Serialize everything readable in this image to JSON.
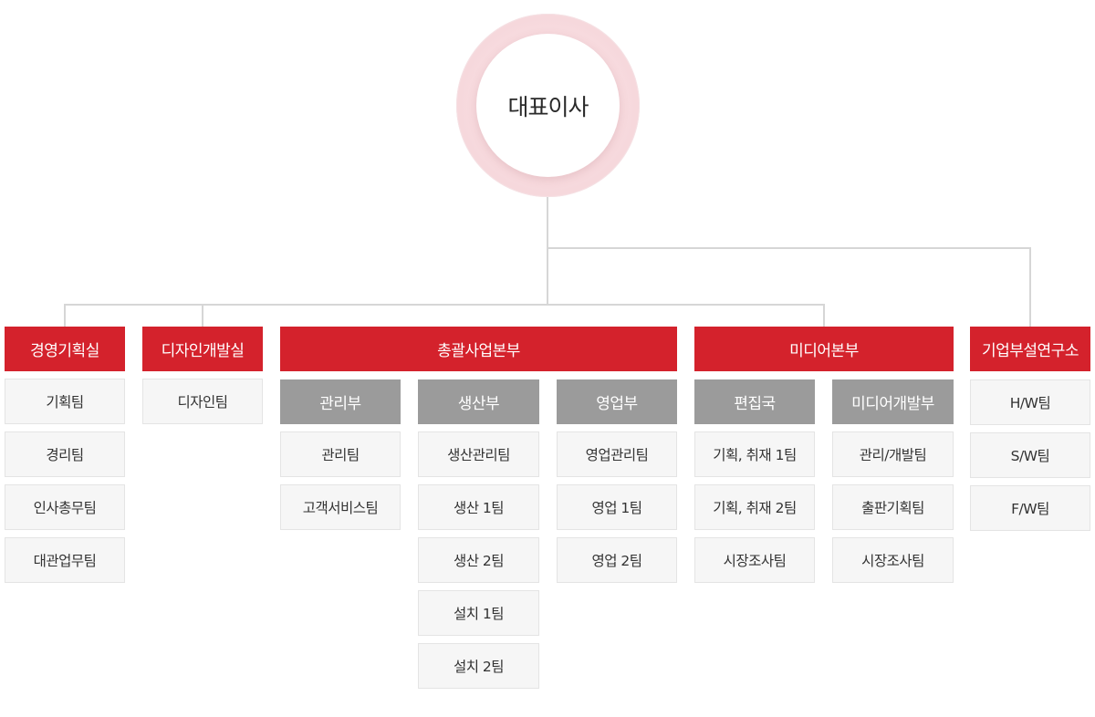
{
  "ceo": {
    "label": "대표이사"
  },
  "divisions": [
    {
      "label": "경영기획실",
      "teams": [
        "기획팀",
        "경리팀",
        "인사총무팀",
        "대관업무팀"
      ]
    },
    {
      "label": "디자인개발실",
      "teams": [
        "디자인팀"
      ]
    },
    {
      "label": "총괄사업본부",
      "departments": [
        {
          "label": "관리부",
          "teams": [
            "관리팀",
            "고객서비스팀"
          ]
        },
        {
          "label": "생산부",
          "teams": [
            "생산관리팀",
            "생산 1팀",
            "생산 2팀",
            "설치 1팀",
            "설치 2팀"
          ]
        },
        {
          "label": "영업부",
          "teams": [
            "영업관리팀",
            "영업 1팀",
            "영업 2팀"
          ]
        }
      ]
    },
    {
      "label": "미디어본부",
      "departments": [
        {
          "label": "편집국",
          "teams": [
            "기획, 취재 1팀",
            "기획, 취재 2팀",
            "시장조사팀"
          ]
        },
        {
          "label": "미디어개발부",
          "teams": [
            "관리/개발팀",
            "출판기획팀",
            "시장조사팀"
          ]
        }
      ]
    },
    {
      "label": "기업부설연구소",
      "teams": [
        "H/W팀",
        "S/W팀",
        "F/W팀"
      ]
    }
  ],
  "colors": {
    "division": "#d4222c",
    "department": "#9b9b9b",
    "team_bg": "#f6f6f6",
    "connector": "#d6d6d6"
  }
}
